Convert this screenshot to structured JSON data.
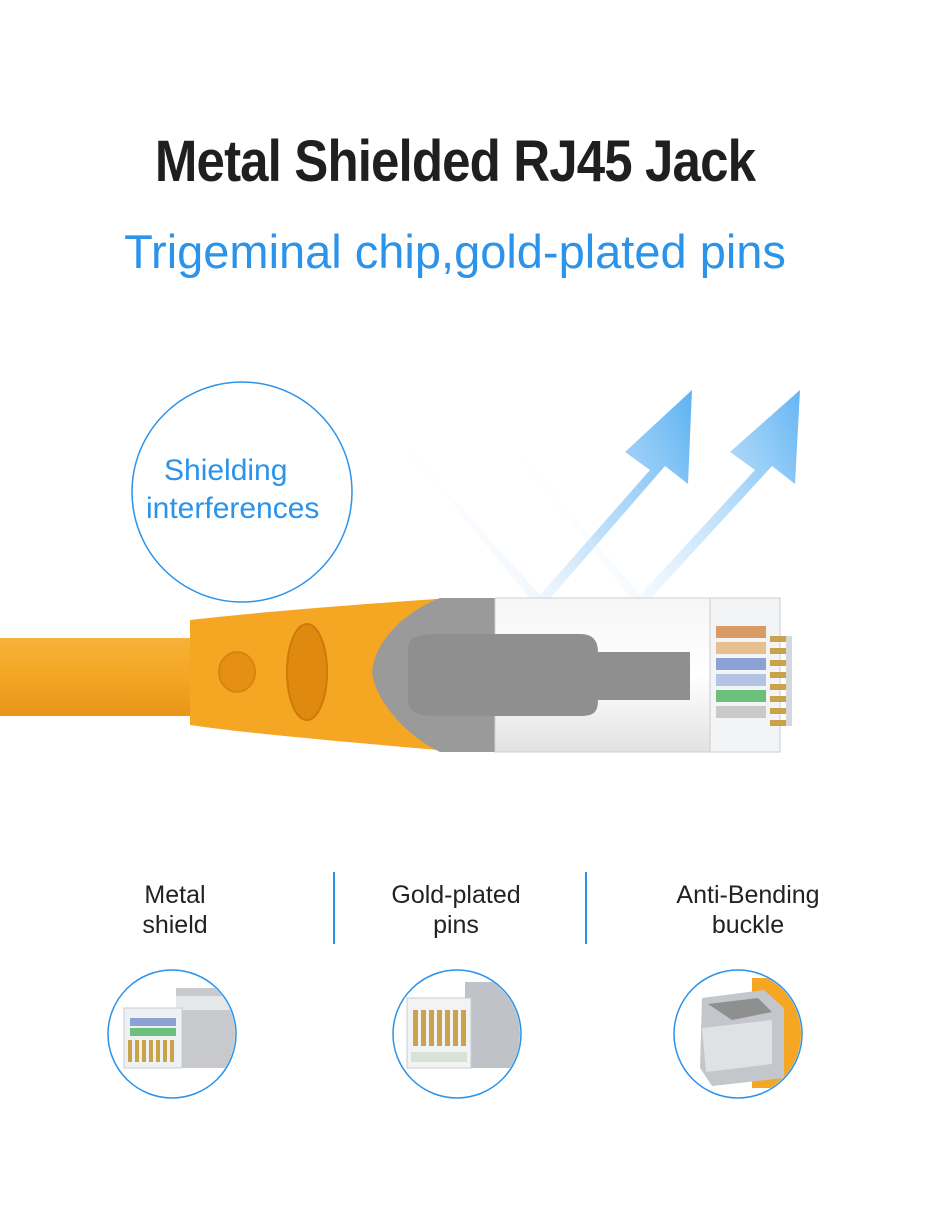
{
  "title": "Metal Shielded RJ45 Jack",
  "subtitle": "Trigeminal chip,gold-plated pins",
  "callout": {
    "line1": "Shielding",
    "line2": "interferences"
  },
  "features": [
    {
      "line1": "Metal",
      "line2": "shield",
      "icon": "metal-shield-connector-image"
    },
    {
      "line1": "Gold-plated",
      "line2": "pins",
      "icon": "gold-pins-connector-image"
    },
    {
      "line1": "Anti-Bending",
      "line2": "buckle",
      "icon": "anti-bending-buckle-image"
    }
  ],
  "colors": {
    "accent_blue": "#2b93ea",
    "cable_orange": "#f5a623",
    "boot_gray": "#8f8f8f",
    "title_text": "#1f1f1f"
  }
}
